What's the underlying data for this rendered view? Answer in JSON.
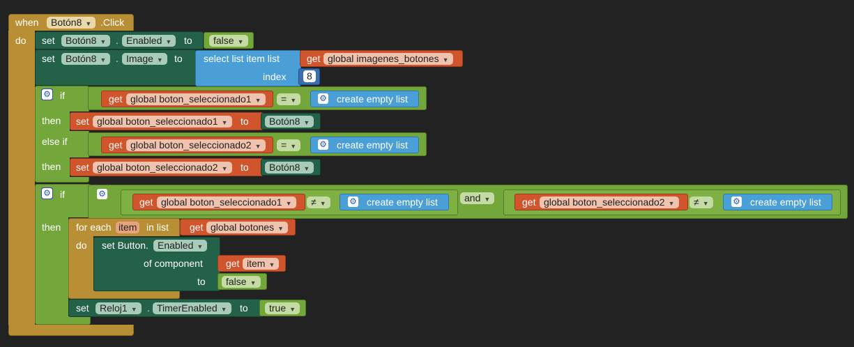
{
  "event": {
    "when": "when",
    "component": "Botón8",
    "event_name": ".Click",
    "do": "do"
  },
  "s1": {
    "set": "set",
    "component": "Botón8",
    "property": "Enabled",
    "to": "to",
    "value": "false"
  },
  "s2": {
    "set": "set",
    "component": "Botón8",
    "property": "Image",
    "to": "to",
    "select": "select list item  list",
    "get": "get",
    "var": "global imagenes_botones",
    "index_label": "index",
    "index_value": "8"
  },
  "if1": {
    "if": "if",
    "then": "then",
    "elseif": "else if",
    "get": "get",
    "var1": "global boton_seleccionado1",
    "op": "=",
    "empty": "create empty list",
    "set": "set",
    "to": "to",
    "set_var1": "global boton_seleccionado1",
    "val1": "Botón8",
    "var2": "global boton_seleccionado2",
    "set_var2": "global boton_seleccionado2",
    "val2": "Botón8"
  },
  "if2": {
    "if": "if",
    "then": "then",
    "get": "get",
    "var1": "global boton_seleccionado1",
    "op1": "≠",
    "empty": "create empty list",
    "and": "and",
    "var2": "global boton_seleccionado2",
    "op2": "≠"
  },
  "foreach": {
    "for_each": "for each",
    "item": "item",
    "in_list": "in list",
    "get": "get",
    "list_var": "global botones",
    "do": "do",
    "set_button": "set Button.",
    "property": "Enabled",
    "of_component": "of component",
    "item_var": "item",
    "to": "to",
    "value": "false"
  },
  "timer": {
    "set": "set",
    "component": "Reloj1",
    "property": "TimerEnabled",
    "to": "to",
    "value": "true"
  }
}
